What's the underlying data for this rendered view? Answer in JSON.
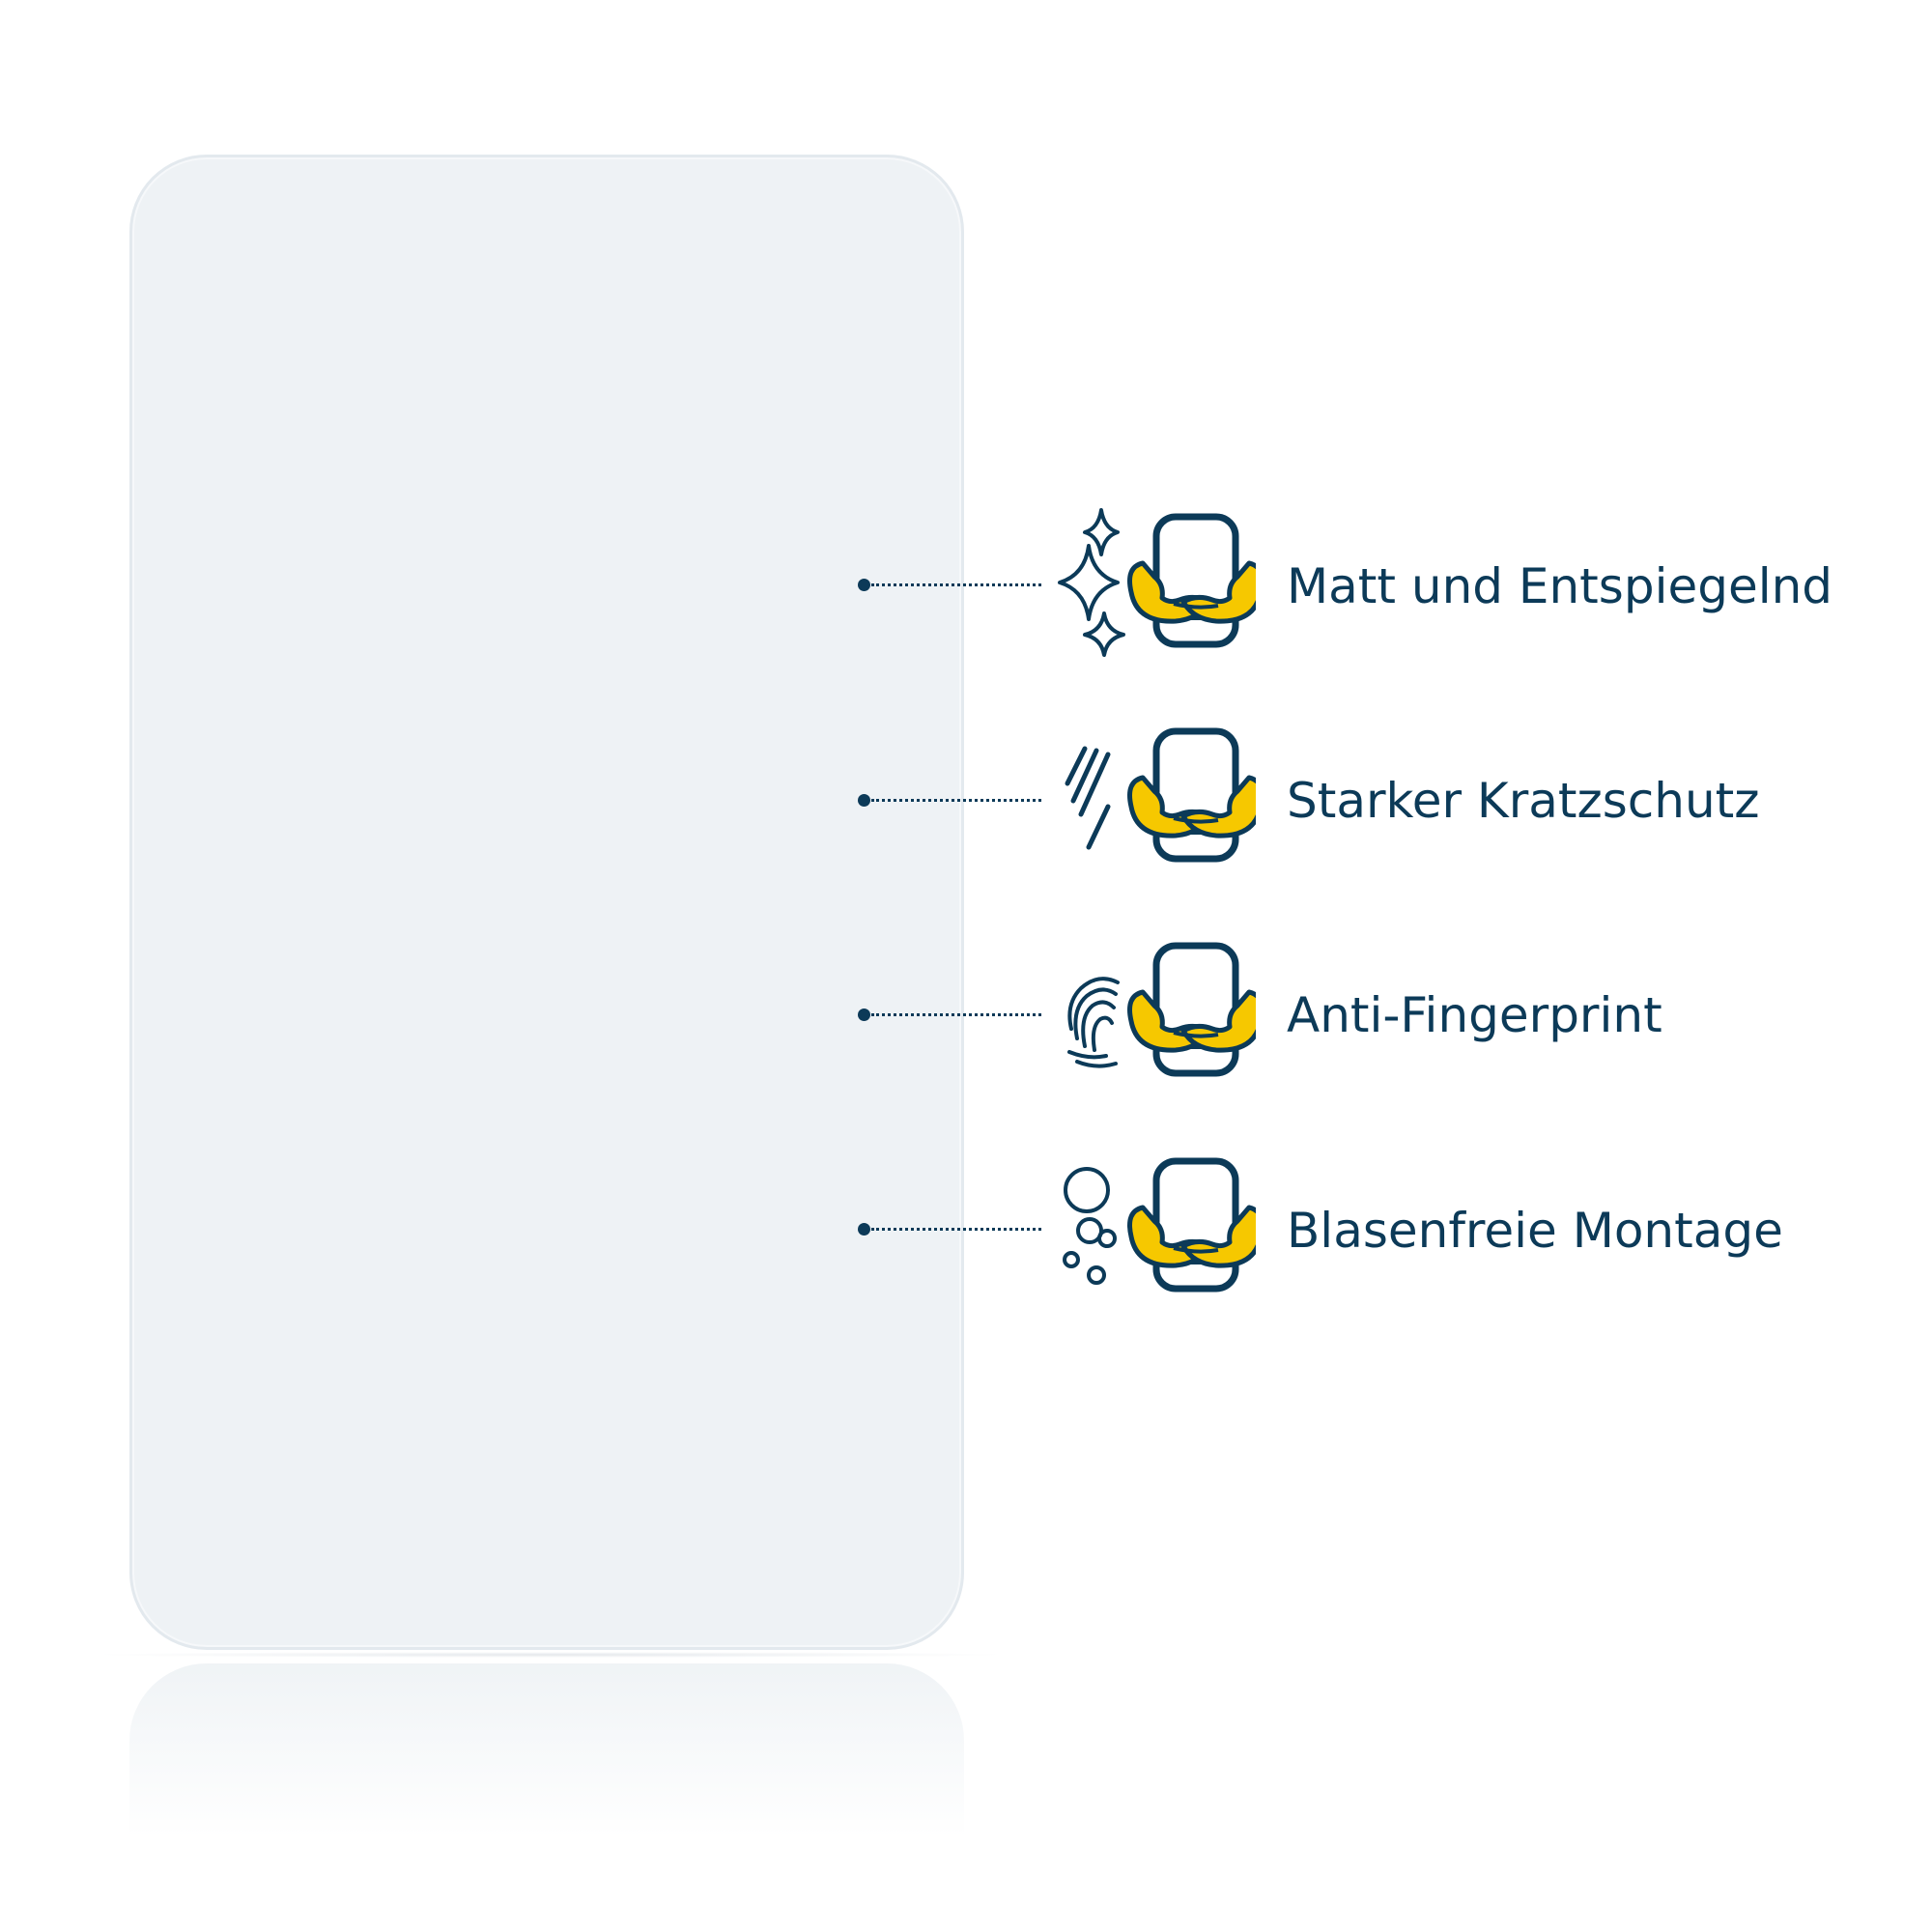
{
  "colors": {
    "navy": "#0c3a58",
    "yellow": "#f6c800",
    "panel": "#eef2f5",
    "background": "#ffffff"
  },
  "features": [
    {
      "label": "Matt und Entspiegelnd",
      "icon": "sparkle-icon"
    },
    {
      "label": "Starker Kratzschutz",
      "icon": "scratch-lines-icon"
    },
    {
      "label": "Anti-Fingerprint",
      "icon": "fingerprint-icon"
    },
    {
      "label": "Blasenfreie Montage",
      "icon": "bubbles-icon"
    }
  ],
  "shared_icon": "strong-arms-phone-icon"
}
